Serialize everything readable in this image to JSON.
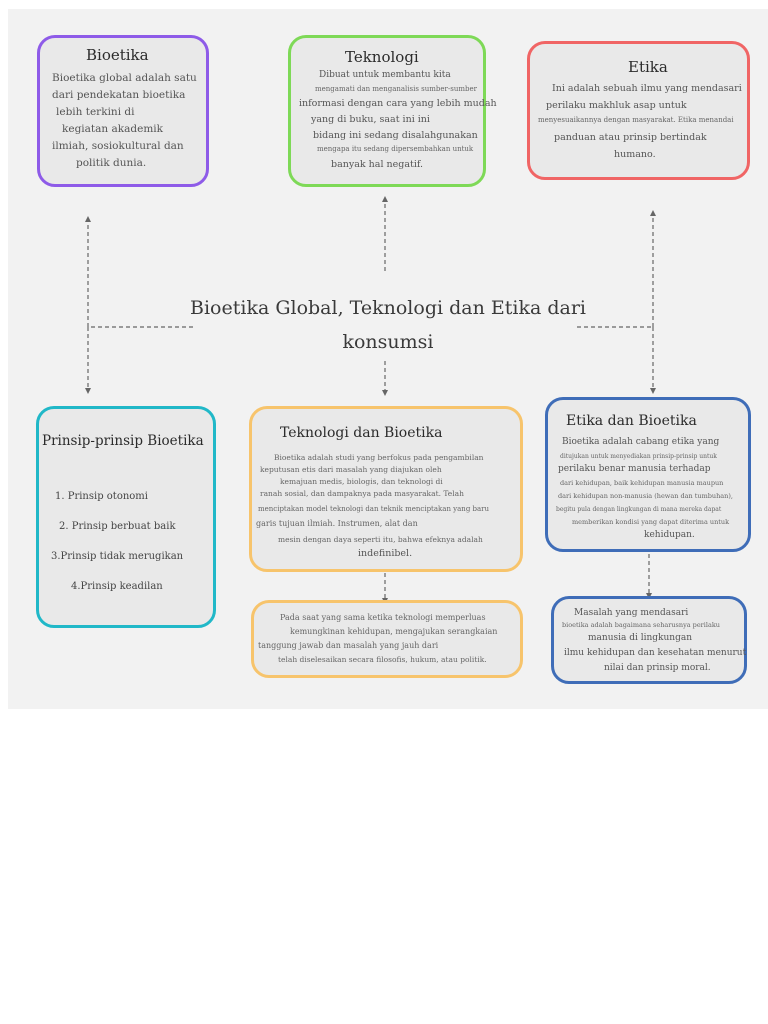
{
  "colors": {
    "purple": "#8e5be8",
    "green": "#7ed957",
    "red": "#f06565",
    "cyan": "#21b8c8",
    "orange": "#f7c46c",
    "blue": "#3f6db8",
    "connector": "#666666"
  },
  "main_title": {
    "line1": "Bioetika Global, Teknologi dan Etika dari",
    "line2": "konsumsi"
  },
  "bioetika": {
    "title": "Bioetika",
    "lines": [
      "Bioetika global adalah satu",
      "dari pendekatan bioetika",
      "lebih terkini di",
      "kegiatan akademik",
      "ilmiah, sosiokultural dan",
      "politik dunia."
    ]
  },
  "teknologi": {
    "title": "Teknologi",
    "lines": [
      "Dibuat untuk membantu kita",
      "mengamati dan menganalisis sumber-sumber",
      "informasi dengan cara yang lebih mudah",
      "yang di buku, saat ini ini",
      "bidang ini sedang disalahgunakan",
      "mengapa itu sedang dipersembahkan untuk",
      "banyak hal negatif."
    ]
  },
  "etika": {
    "title": "Etika",
    "lines": [
      "Ini adalah sebuah ilmu yang mendasari",
      "perilaku makhluk asap untuk",
      "menyesuaikannya dengan masyarakat. Etika menandai",
      "panduan atau prinsip bertindak",
      "humano."
    ]
  },
  "prinsip": {
    "title": "Prinsip-prinsip Bioetika",
    "items": [
      "1.      Prinsip otonomi",
      "2. Prinsip berbuat baik",
      "3.Prinsip tidak merugikan",
      "4.Prinsip keadilan"
    ]
  },
  "tekbio": {
    "title": "Teknologi dan Bioetika",
    "lines": [
      "Bioetika adalah studi yang berfokus pada pengambilan",
      "keputusan etis dari masalah yang diajukan oleh",
      "kemajuan medis, biologis, dan teknologi di",
      "ranah sosial, dan dampaknya pada masyarakat. Telah",
      "menciptakan model teknologi dan teknik menciptakan yang baru",
      "garis tujuan ilmiah. Instrumen, alat dan",
      "mesin dengan daya seperti itu, bahwa efeknya adalah",
      "indefinibel."
    ]
  },
  "tekbio_note": {
    "lines": [
      "Pada saat yang sama ketika teknologi memperluas",
      "kemungkinan kehidupan, mengajukan serangkaian",
      "tanggung jawab dan masalah yang jauh dari",
      "telah diselesaikan secara filosofis, hukum, atau politik."
    ]
  },
  "etikabio": {
    "title": "Etika dan Bioetika",
    "lines": [
      "Bioetika adalah cabang etika yang",
      "ditujukan untuk menyediakan prinsip-prinsip untuk",
      "perilaku benar manusia terhadap",
      "dari kehidupan, baik kehidupan manusia maupun",
      "dari kehidupan non-manusia (hewan dan tumbuhan),",
      "begitu pula dengan lingkungan di mana mereka dapat",
      "memberikan kondisi yang dapat diterima untuk",
      "kehidupan."
    ]
  },
  "etikabio_note": {
    "lines": [
      "Masalah yang mendasari",
      "bioetika adalah bagaimana seharusnya perilaku",
      "manusia di lingkungan",
      "ilmu kehidupan dan kesehatan menurut",
      "nilai dan prinsip moral."
    ]
  }
}
